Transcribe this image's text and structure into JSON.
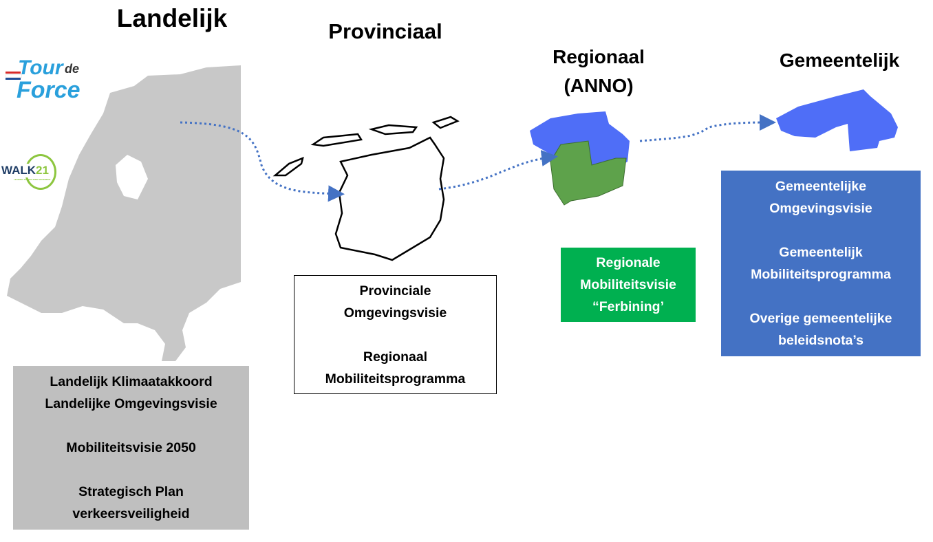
{
  "titles": {
    "national": "Landelijk",
    "provincial": "Provinciaal",
    "regional_1": "Regionaal",
    "regional_2": "(ANNO)",
    "municipal": "Gemeentelijk"
  },
  "logos": {
    "tour_1": "Tour",
    "tour_2": "de",
    "tour_3": "Force",
    "walk": "WALK",
    "walk_num": "21",
    "walk_tagline": "LEADING THE WALKING MOVEMENT"
  },
  "national_box": {
    "lines": [
      "Landelijk Klimaatakkoord",
      "Landelijke Omgevingsvisie",
      "Mobiliteitsvisie 2050",
      "Strategisch Plan",
      "verkeersveiligheid"
    ]
  },
  "provincial_box": {
    "lines": [
      "Provinciale",
      "Omgevingsvisie",
      "Regionaal",
      "Mobiliteitsprogramma"
    ]
  },
  "regional_box": {
    "lines": [
      "Regionale",
      "Mobiliteitsvisie",
      "“Ferbining’"
    ]
  },
  "municipal_box": {
    "lines": [
      "Gemeentelijke",
      "Omgevingsvisie",
      "Gemeentelijk",
      "Mobiliteitsprogramma",
      "Overige gemeentelijke",
      "beleidsnota’s"
    ]
  },
  "colors": {
    "gray": "#bfbfbf",
    "green": "#00b050",
    "blue": "#4472c4",
    "map_blue": "#4f6ef7",
    "map_green": "#5ea24b",
    "arrow": "#4472c4"
  }
}
